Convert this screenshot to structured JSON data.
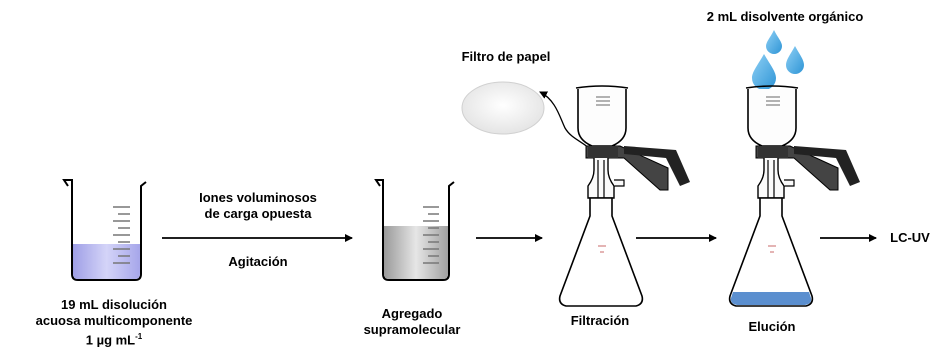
{
  "labels": {
    "solution_line1": "19 mL disolución",
    "solution_line2": "acuosa multicomponente",
    "solution_line3": "1 µg mL",
    "solution_sup": "-1",
    "ions_line1": "Iones voluminosos",
    "ions_line2": "de carga opuesta",
    "stirring": "Agitación",
    "aggregate_line1": "Agregado",
    "aggregate_line2": "supramolecular",
    "paper_filter": "Filtro de papel",
    "filtration": "Filtración",
    "solvent": "2 mL disolvente orgánico",
    "elution": "Elución",
    "output": "LC-UV"
  },
  "colors": {
    "solution_liquid": "#b6b6f0",
    "aggregate_liquid": "#b0b0b0",
    "eluate_liquid": "#5b8fcf",
    "drop": "#3aa6e6",
    "filter_paper": "#f3f3f3"
  }
}
